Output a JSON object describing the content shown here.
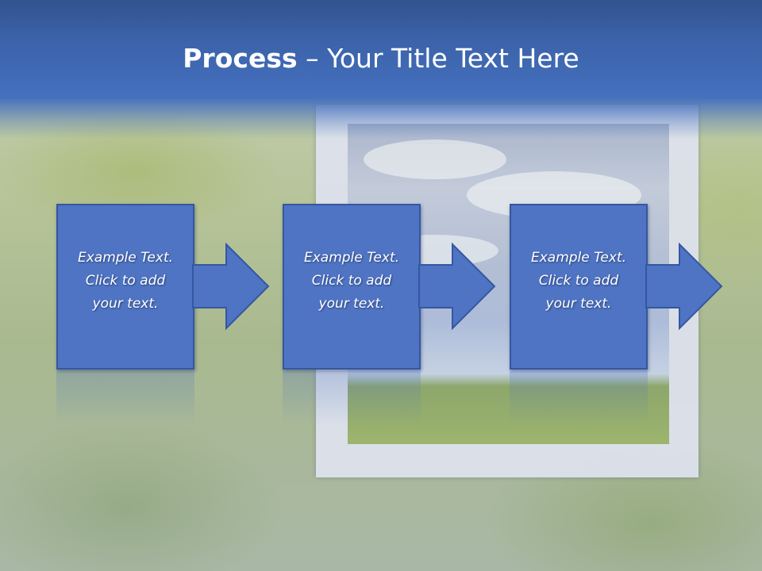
{
  "slide": {
    "title_bold": "Process",
    "title_rest": " – Your Title Text Here"
  },
  "steps": [
    {
      "line1": "Example Text.",
      "line2": "Click  to add",
      "line3": "your text."
    },
    {
      "line1": "Example Text.",
      "line2": "Click  to add",
      "line3": "your text."
    },
    {
      "line1": "Example Text.",
      "line2": "Click  to add",
      "line3": "your text."
    }
  ],
  "colors": {
    "header": "#4470bd",
    "box_fill": "#4f74c4",
    "box_border": "#3557a0",
    "text": "#ffffff"
  }
}
